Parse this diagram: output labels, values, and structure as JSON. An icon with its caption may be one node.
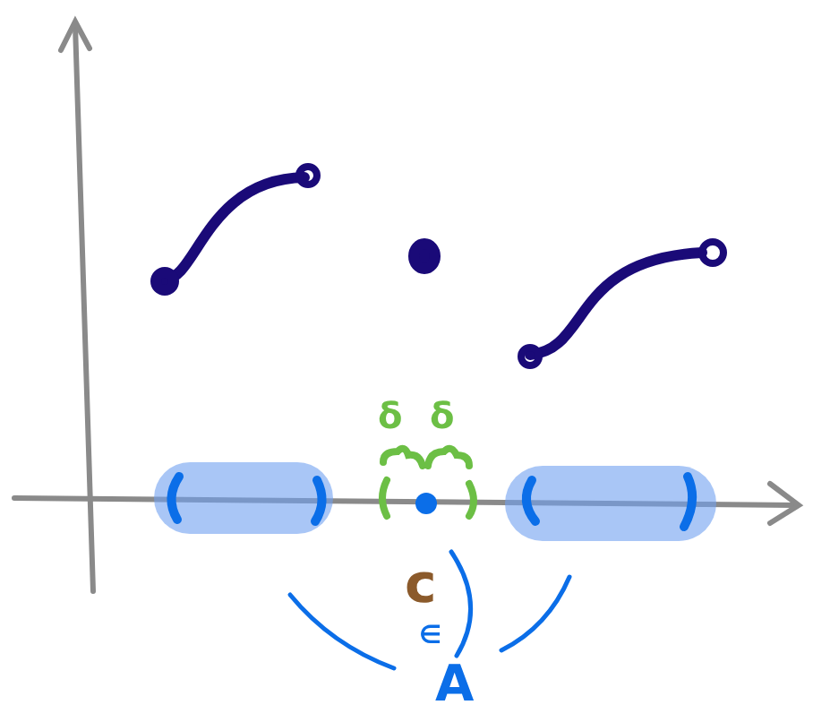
{
  "diagram": {
    "labels": [
      "δ",
      "δ",
      "c",
      "∈",
      "A"
    ]
  }
}
